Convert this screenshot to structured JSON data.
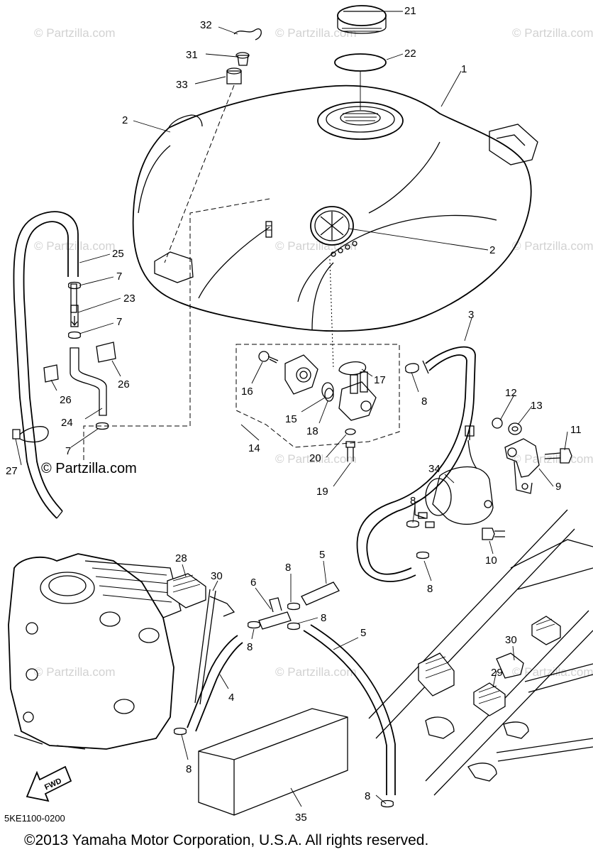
{
  "watermark": {
    "text": "© Partzilla.com",
    "prominent_text": "© Partzilla.com"
  },
  "diagram_code": "5KE1100-0200",
  "copyright": "©2013 Yamaha Motor Corporation, U.S.A. All rights reserved.",
  "direction_label": "FWD",
  "callouts": [
    {
      "id": "c21",
      "num": "21"
    },
    {
      "id": "c22",
      "num": "22"
    },
    {
      "id": "c32",
      "num": "32"
    },
    {
      "id": "c31",
      "num": "31"
    },
    {
      "id": "c33",
      "num": "33"
    },
    {
      "id": "c1",
      "num": "1"
    },
    {
      "id": "c2a",
      "num": "2"
    },
    {
      "id": "c2b",
      "num": "2"
    },
    {
      "id": "c25",
      "num": "25"
    },
    {
      "id": "c7a",
      "num": "7"
    },
    {
      "id": "c23",
      "num": "23"
    },
    {
      "id": "c7b",
      "num": "7"
    },
    {
      "id": "c3",
      "num": "3"
    },
    {
      "id": "c17",
      "num": "17"
    },
    {
      "id": "c16",
      "num": "16"
    },
    {
      "id": "c26a",
      "num": "26"
    },
    {
      "id": "c26b",
      "num": "26"
    },
    {
      "id": "c8a",
      "num": "8"
    },
    {
      "id": "c15",
      "num": "15"
    },
    {
      "id": "c18",
      "num": "18"
    },
    {
      "id": "c12",
      "num": "12"
    },
    {
      "id": "c13",
      "num": "13"
    },
    {
      "id": "c24",
      "num": "24"
    },
    {
      "id": "c11",
      "num": "11"
    },
    {
      "id": "c7c",
      "num": "7"
    },
    {
      "id": "c14",
      "num": "14"
    },
    {
      "id": "c20",
      "num": "20"
    },
    {
      "id": "c27",
      "num": "27"
    },
    {
      "id": "c9",
      "num": "9"
    },
    {
      "id": "c34",
      "num": "34"
    },
    {
      "id": "c19",
      "num": "19"
    },
    {
      "id": "c8b",
      "num": "8"
    },
    {
      "id": "c10",
      "num": "10"
    },
    {
      "id": "c28",
      "num": "28"
    },
    {
      "id": "c5a",
      "num": "5"
    },
    {
      "id": "c8c",
      "num": "8"
    },
    {
      "id": "c8d",
      "num": "8"
    },
    {
      "id": "c30a",
      "num": "30"
    },
    {
      "id": "c6",
      "num": "6"
    },
    {
      "id": "c8e",
      "num": "8"
    },
    {
      "id": "c5b",
      "num": "5"
    },
    {
      "id": "c8f",
      "num": "8"
    },
    {
      "id": "c30b",
      "num": "30"
    },
    {
      "id": "c4",
      "num": "4"
    },
    {
      "id": "c29",
      "num": "29"
    },
    {
      "id": "c8g",
      "num": "8"
    },
    {
      "id": "c8h",
      "num": "8"
    },
    {
      "id": "c35",
      "num": "35"
    }
  ]
}
